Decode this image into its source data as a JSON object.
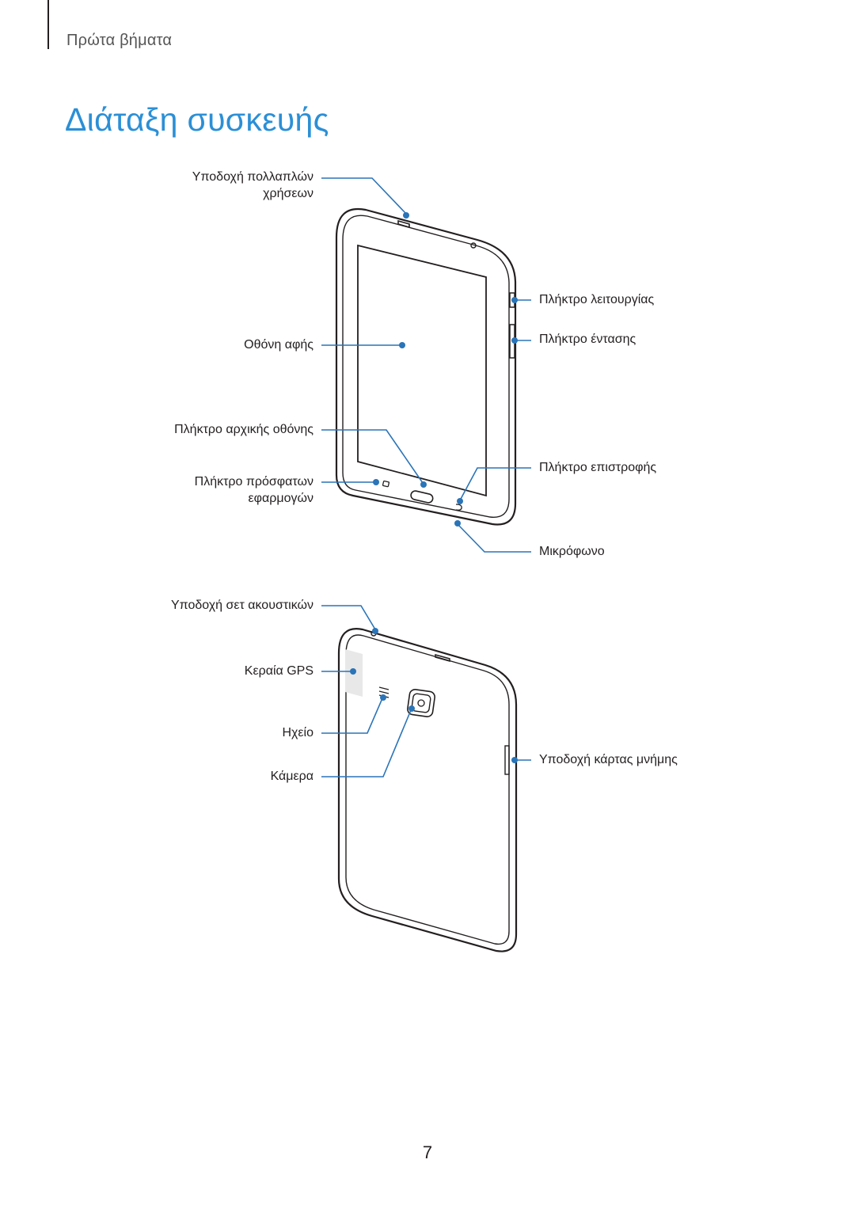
{
  "header": {
    "section": "Πρώτα βήματα"
  },
  "title": "Διάταξη συσκευής",
  "front": {
    "labels_left": [
      {
        "id": "multipurpose-jack",
        "text": "Υποδοχή πολλαπλών\nχρήσεων"
      },
      {
        "id": "touchscreen",
        "text": "Οθόνη αφής"
      },
      {
        "id": "home-key",
        "text": "Πλήκτρο αρχικής οθόνης"
      },
      {
        "id": "recent-apps-key",
        "text": "Πλήκτρο πρόσφατων\nεφαρμογών"
      }
    ],
    "labels_right": [
      {
        "id": "power-key",
        "text": "Πλήκτρο λειτουργίας"
      },
      {
        "id": "volume-key",
        "text": "Πλήκτρο έντασης"
      },
      {
        "id": "back-key",
        "text": "Πλήκτρο επιστροφής"
      },
      {
        "id": "microphone",
        "text": "Μικρόφωνο"
      }
    ]
  },
  "back": {
    "labels_left": [
      {
        "id": "headset-jack",
        "text": "Υποδοχή σετ ακουστικών"
      },
      {
        "id": "gps-antenna",
        "text": "Κεραία GPS"
      },
      {
        "id": "speaker",
        "text": "Ηχείο"
      },
      {
        "id": "camera",
        "text": "Κάμερα"
      }
    ],
    "labels_right": [
      {
        "id": "memory-card-slot",
        "text": "Υποδοχή κάρτας μνήμης"
      }
    ]
  },
  "colors": {
    "accent": "#2b8fd6",
    "leader": "#2a74b8",
    "outline": "#231f20"
  },
  "footer": {
    "page_number": "7"
  }
}
